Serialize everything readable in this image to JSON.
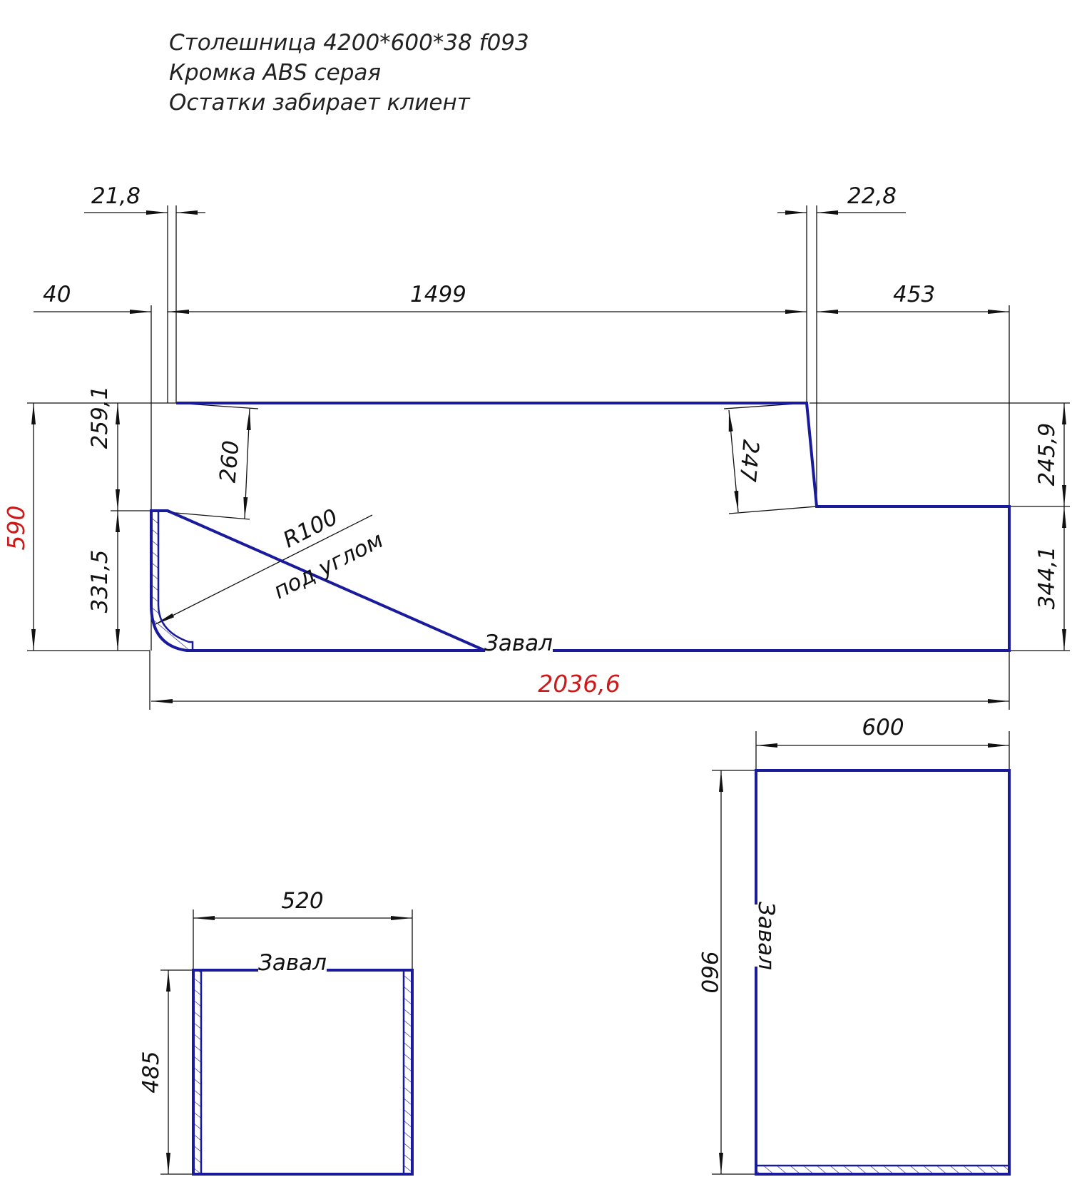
{
  "notes": [
    "Столешница 4200*600*38 f093",
    "Кромка ABS серая",
    "Остатки забирает клиент"
  ],
  "colors": {
    "part_outline": "#1a1a9c",
    "dimension_line": "#111111",
    "highlight_dimension": "#cc1a1a"
  },
  "part1": {
    "dims": {
      "top_left_offset": "21,8",
      "top_right_offset": "22,8",
      "left_overhang": "40",
      "top_length": "1499",
      "right_length": "453",
      "left_upper_height": "259,1",
      "left_lower_height": "331,5",
      "total_height": "590",
      "angled_left": "260",
      "angled_right": "247",
      "right_upper_height": "245,9",
      "right_lower_height": "344,1",
      "total_length": "2036,6"
    },
    "radius_label": "R100",
    "radius_note": "под углом",
    "edge_label": "Завал"
  },
  "part2": {
    "width": "520",
    "height": "485",
    "edge_label": "Завал"
  },
  "part3": {
    "width": "600",
    "height": "960",
    "edge_label": "Завал"
  }
}
